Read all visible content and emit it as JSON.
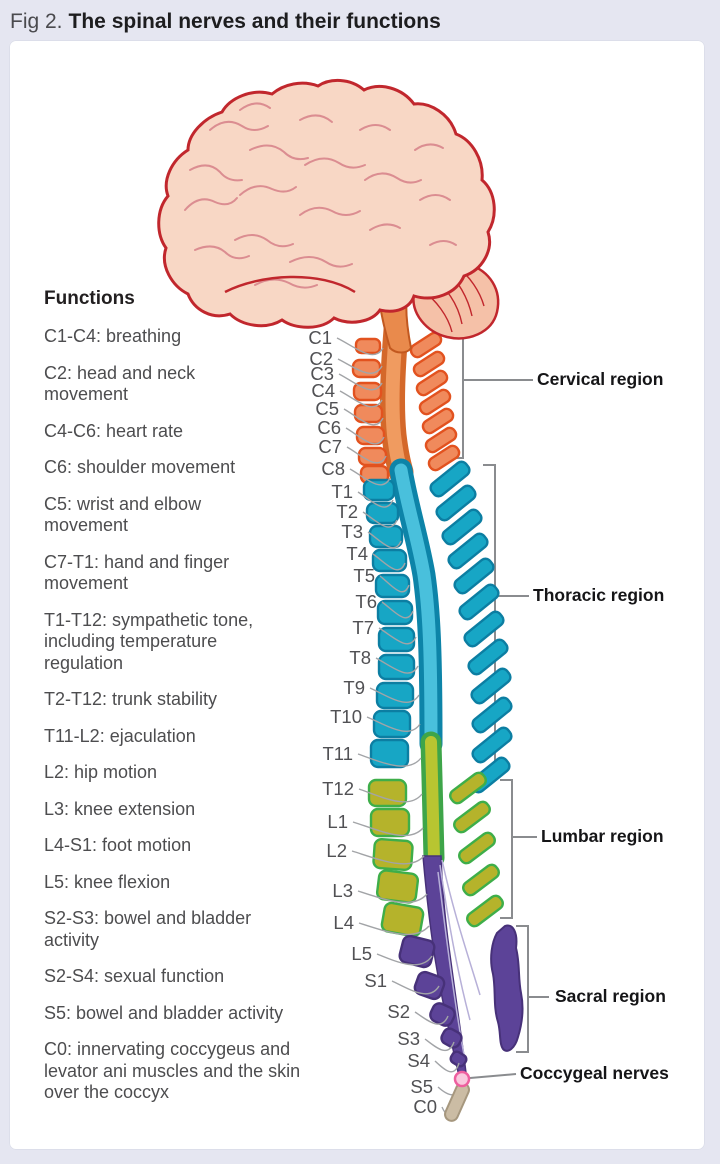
{
  "figure": {
    "label": "Fig 2.",
    "title": "The spinal nerves and their functions"
  },
  "functions": {
    "heading": "Functions",
    "items": [
      "C1-C4: breathing",
      "C2: head and neck\nmovement",
      "C4-C6: heart rate",
      "C6: shoulder movement",
      "C5: wrist and elbow\nmovement",
      "C7-T1: hand and finger\nmovement",
      "T1-T12: sympathetic tone,\nincluding temperature\nregulation",
      "T2-T12: trunk stability",
      "T11-L2: ejaculation",
      "L2: hip motion",
      "L3: knee extension",
      "L4-S1: foot motion",
      "L5: knee flexion",
      "S2-S3: bowel and bladder\nactivity",
      "S2-S4: sexual function",
      "S5: bowel and bladder activity",
      "C0: innervating coccygeus and\nlevator ani muscles and the skin\nover the coccyx"
    ]
  },
  "spine": {
    "levels": [
      "C1",
      "C2",
      "C3",
      "C4",
      "C5",
      "C6",
      "C7",
      "C8",
      "T1",
      "T2",
      "T3",
      "T4",
      "T5",
      "T6",
      "T7",
      "T8",
      "T9",
      "T10",
      "T11",
      "T12",
      "L1",
      "L2",
      "L3",
      "L4",
      "L5",
      "S1",
      "S2",
      "S3",
      "S4",
      "S5",
      "C0"
    ],
    "regions": [
      {
        "label": "Cervical region"
      },
      {
        "label": "Thoracic region"
      },
      {
        "label": "Lumbar region"
      },
      {
        "label": "Sacral region"
      },
      {
        "label": "Coccygeal nerves"
      }
    ],
    "colors": {
      "cervical": {
        "fill": "#F08A5C",
        "stroke": "#E2521F"
      },
      "thoracic": {
        "fill": "#17A6C5",
        "stroke": "#0C7EA2"
      },
      "lumbar": {
        "fill": "#B5B32B",
        "stroke": "#3EAE49"
      },
      "sacral": {
        "fill": "#5C4398",
        "stroke": "#473179"
      },
      "cord": {
        "cervical": [
          "#D4682A",
          "#F09B60"
        ],
        "thoracic": [
          "#0D84A8",
          "#49C0DC"
        ],
        "lumbar": [
          "#3EA549",
          "#B8C531"
        ],
        "sacral": "#5C4398"
      },
      "coccygeal_dot": {
        "fill": "#F9C9DE",
        "stroke": "#EE5F9F"
      },
      "coccyx": {
        "fill": "#CBBCA4",
        "stroke": "#A6977E"
      },
      "brain": {
        "fill": "#F8D7C5",
        "outline": "#C1272D",
        "gyri": "#DB8D91",
        "cerebellum": "#F5C1A8",
        "stem": "#E98A4C"
      },
      "nerve_line": "#A2A4A7",
      "bracket": "#8A8C8F",
      "label_text": "#515154"
    }
  }
}
